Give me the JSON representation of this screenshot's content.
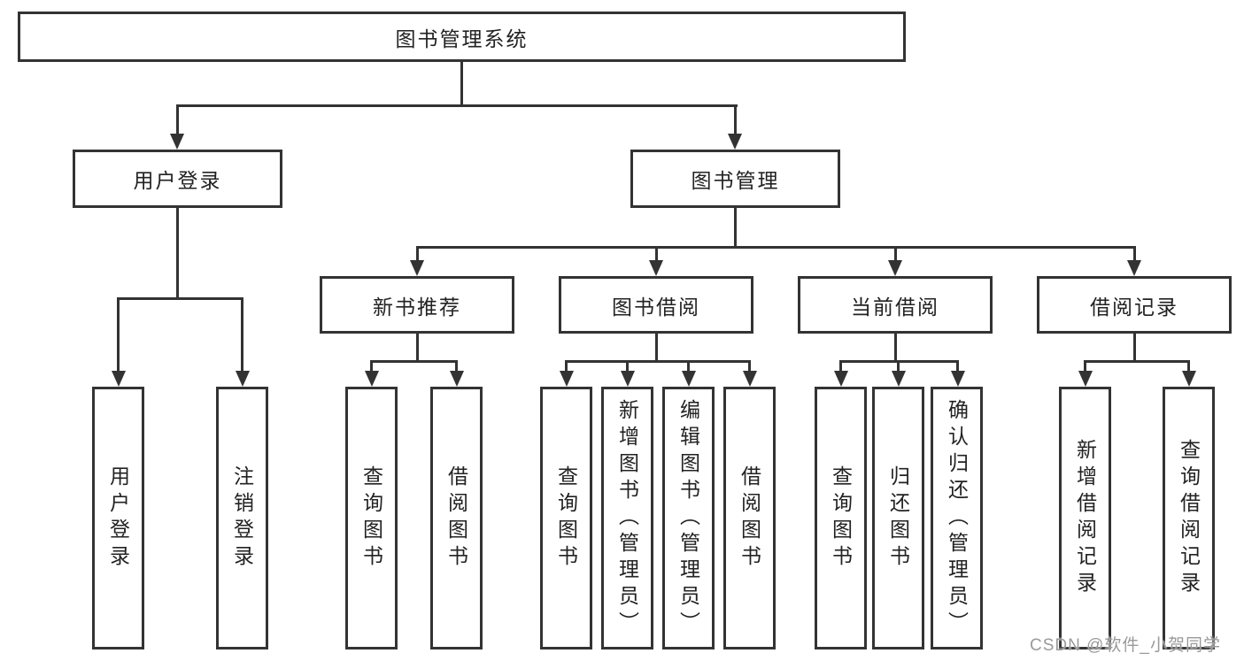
{
  "diagram": {
    "root": "图书管理系统",
    "branches": {
      "user_login": "用户登录",
      "book_management": "图书管理"
    },
    "modules": {
      "new_book_recommend": "新书推荐",
      "book_borrowing": "图书借阅",
      "current_borrowing": "当前借阅",
      "borrowing_records": "借阅记录"
    },
    "leaves": {
      "user": [
        "用户登录",
        "注销登录"
      ],
      "recommend": [
        "查询图书",
        "借阅图书"
      ],
      "borrowing": [
        "查询图书",
        "新增图书（管理员）",
        "编辑图书（管理员）",
        "借阅图书"
      ],
      "current": [
        "查询图书",
        "归还图书",
        "确认归还（管理员）"
      ],
      "records": [
        "新增借阅记录",
        "查询借阅记录"
      ]
    }
  },
  "watermark": "CSDN @软件_小贺同学",
  "colors": {
    "line": "#333333",
    "text": "#222222",
    "watermark": "#9a9a9a",
    "background": "#ffffff"
  }
}
